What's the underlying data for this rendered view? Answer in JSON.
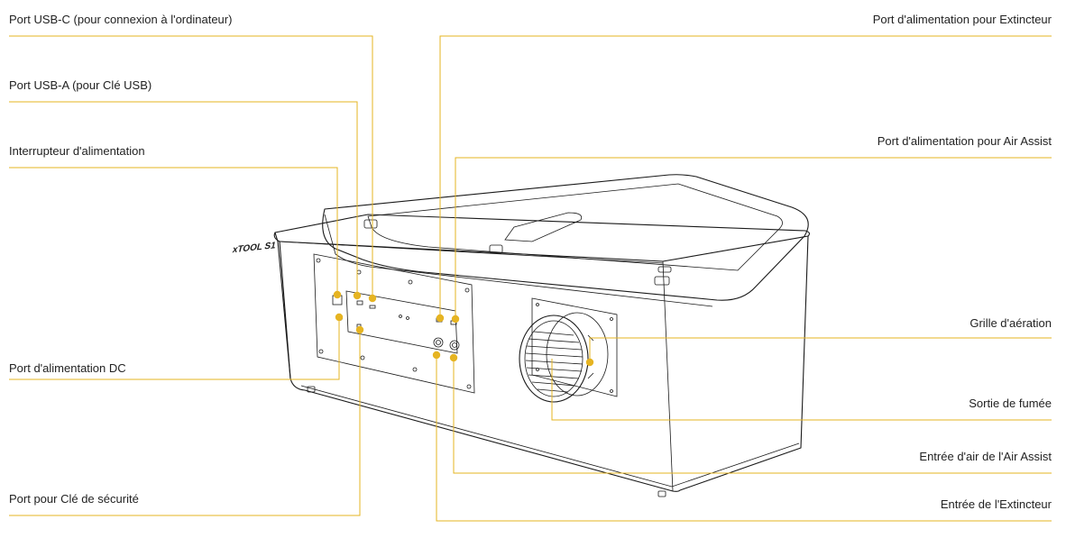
{
  "colors": {
    "accent": "#e6b422",
    "ink": "#1a1a1a",
    "text": "#222222"
  },
  "machine_logo": "xTOOL S1",
  "callouts": [
    {
      "id": "usb-c",
      "text": "Port USB-C (pour connexion à l'ordinateur)"
    },
    {
      "id": "usb-a",
      "text": "Port USB-A (pour Clé USB)"
    },
    {
      "id": "power-switch",
      "text": "Interrupteur d'alimentation"
    },
    {
      "id": "dc-power",
      "text": "Port d'alimentation DC"
    },
    {
      "id": "safety-key",
      "text": "Port pour Clé de sécurité"
    },
    {
      "id": "extinguisher-power",
      "text": "Port d'alimentation pour Extincteur"
    },
    {
      "id": "air-assist-power",
      "text": "Port d'alimentation pour Air Assist"
    },
    {
      "id": "vent-grille",
      "text": "Grille d'aération"
    },
    {
      "id": "smoke-exhaust",
      "text": "Sortie de fumée"
    },
    {
      "id": "air-assist-inlet",
      "text": "Entrée d'air de l'Air Assist"
    },
    {
      "id": "extinguisher-inlet",
      "text": "Entrée de l'Extincteur"
    }
  ]
}
